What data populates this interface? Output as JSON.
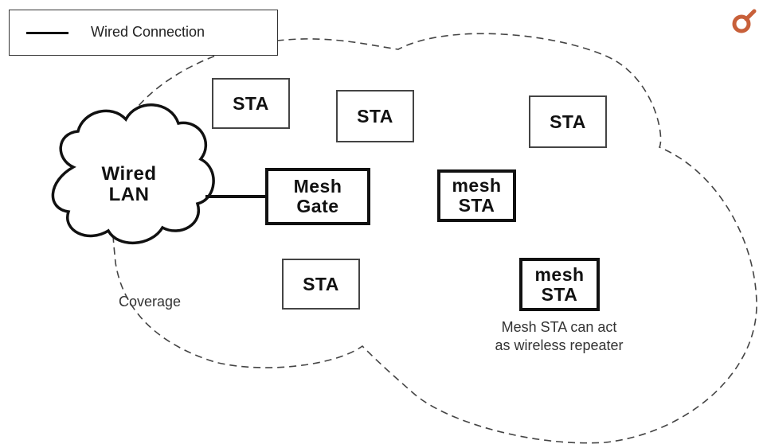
{
  "legend": {
    "label": "Wired Connection"
  },
  "cloud": {
    "label": "Wired\nLAN"
  },
  "coverage": {
    "label": "Coverage"
  },
  "nodes": {
    "sta_top_left": "STA",
    "sta_top_center": "STA",
    "sta_top_right": "STA",
    "mesh_gate": "Mesh\nGate",
    "mesh_sta_center": "mesh\nSTA",
    "sta_bottom_left": "STA",
    "mesh_sta_bottom_right": "mesh\nSTA"
  },
  "note": {
    "text": "Mesh STA can act\nas wireless repeater"
  },
  "colors": {
    "line": "#111111",
    "logo": "#c8603a"
  }
}
